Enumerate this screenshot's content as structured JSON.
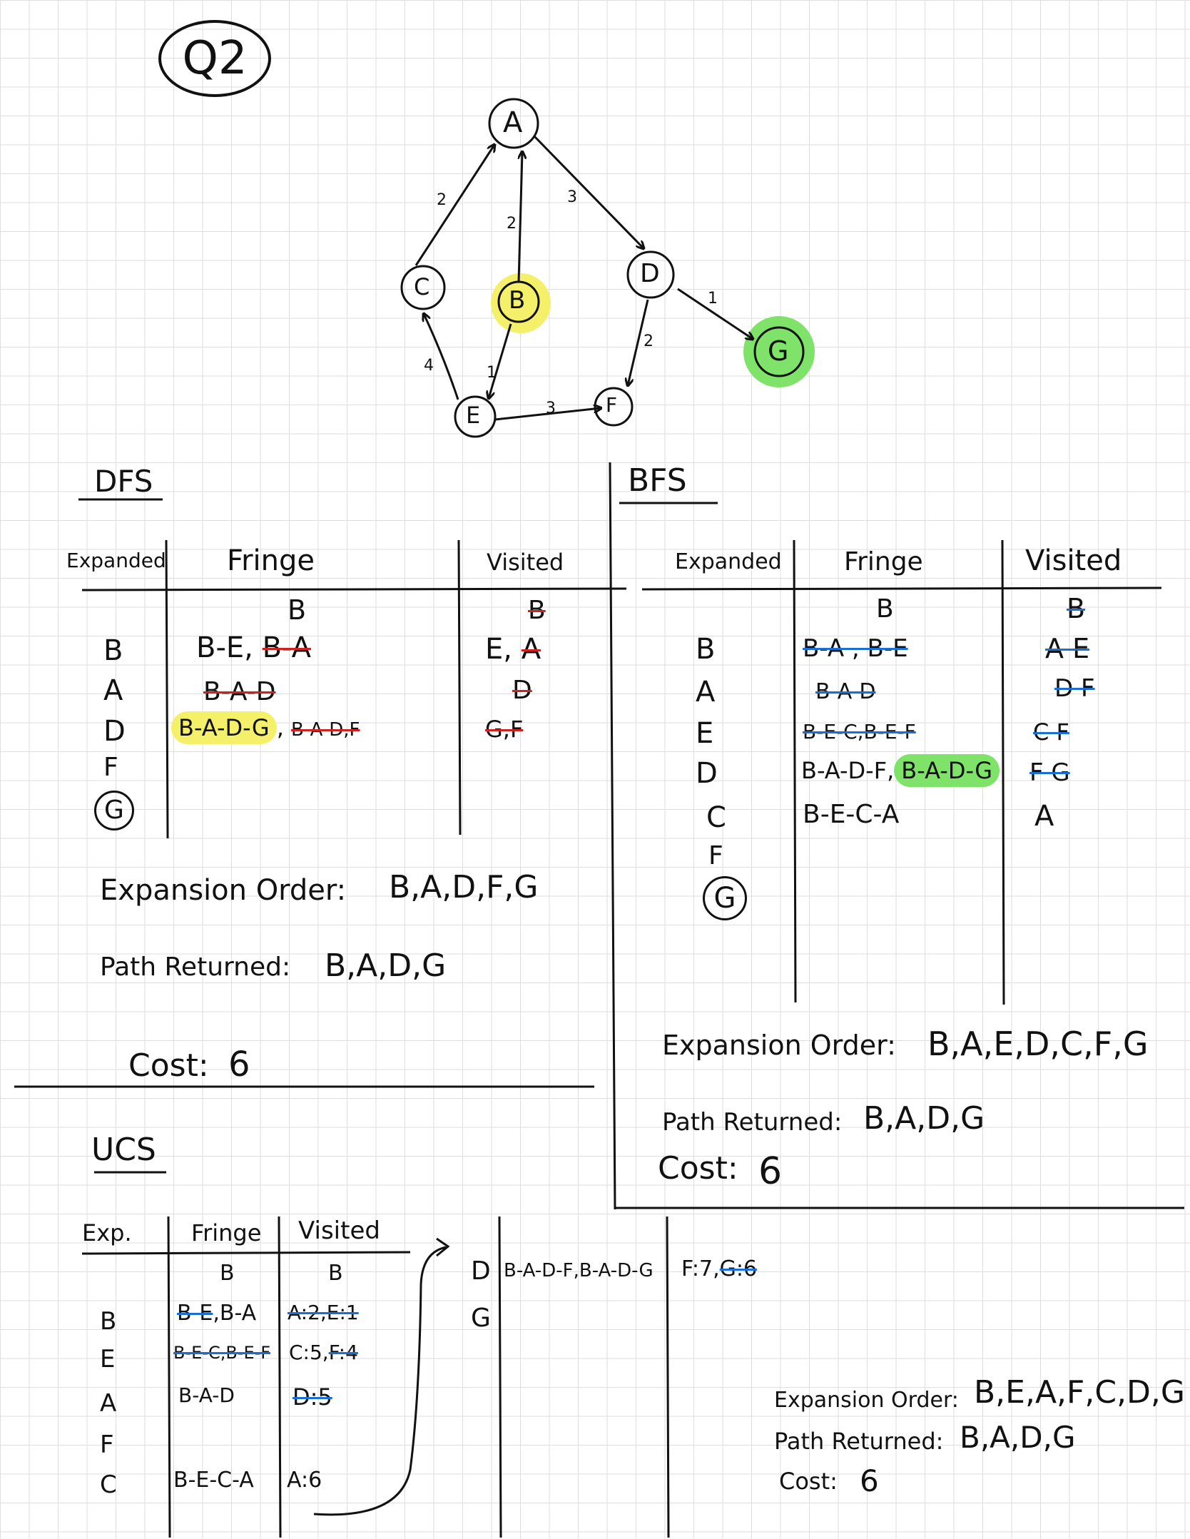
{
  "title": "Q2",
  "graph": {
    "nodes": [
      {
        "id": "A",
        "label": "A"
      },
      {
        "id": "B",
        "label": "B"
      },
      {
        "id": "C",
        "label": "C"
      },
      {
        "id": "D",
        "label": "D"
      },
      {
        "id": "E",
        "label": "E"
      },
      {
        "id": "F",
        "label": "F"
      },
      {
        "id": "G",
        "label": "G"
      }
    ],
    "edges": [
      {
        "from": "C",
        "to": "A",
        "weight": "2"
      },
      {
        "from": "B",
        "to": "A",
        "weight": "2"
      },
      {
        "from": "A",
        "to": "D",
        "weight": "3"
      },
      {
        "from": "D",
        "to": "G",
        "weight": "1"
      },
      {
        "from": "D",
        "to": "F",
        "weight": "2"
      },
      {
        "from": "B",
        "to": "E",
        "weight": "1"
      },
      {
        "from": "E",
        "to": "C",
        "weight": "4"
      },
      {
        "from": "E",
        "to": "F",
        "weight": "3"
      }
    ],
    "start_color": "#f4f06a",
    "goal_color": "#7fe36a"
  },
  "dfs": {
    "title": "DFS",
    "headers": [
      "Expanded",
      "Fringe",
      "Visited"
    ],
    "initial_fringe": "B",
    "initial_visited": "B",
    "expanded": [
      "B",
      "A",
      "D",
      "F",
      "G"
    ],
    "fringe_rows": [
      {
        "kept": "B-E,",
        "struck": "B-A"
      },
      {
        "kept": "",
        "struck": "B-A-D"
      },
      {
        "kept_highlight": "B-A-D-G",
        "kept": ",",
        "struck": "B-A-D,F"
      }
    ],
    "visited_rows": [
      {
        "kept": "E,",
        "struck": "A"
      },
      {
        "kept": "",
        "struck": "D"
      },
      {
        "kept": "",
        "struck": "G,F"
      }
    ],
    "expansion_order_label": "Expansion Order:",
    "expansion_order": "B,A,D,F,G",
    "path_label": "Path Returned:",
    "path": "B,A,D,G",
    "cost_label": "Cost:",
    "cost": "6"
  },
  "bfs": {
    "title": "BFS",
    "headers": [
      "Expanded",
      "Fringe",
      "Visited"
    ],
    "initial_fringe": "B",
    "initial_visited": "B",
    "expanded": [
      "B",
      "A",
      "E",
      "D",
      "C",
      "F",
      "G"
    ],
    "fringe_rows": [
      {
        "struck": "B-A , B-E",
        "kept": ""
      },
      {
        "struck": "B-A-D",
        "kept": ""
      },
      {
        "struck": "B-E-C,B-E-F",
        "kept": ""
      },
      {
        "kept": "B-A-D-F,",
        "kept_highlight": "B-A-D-G"
      },
      {
        "kept": "B-E-C-A"
      }
    ],
    "visited_rows": [
      {
        "struck": "A E"
      },
      {
        "struck": "D F"
      },
      {
        "struck": "C F"
      },
      {
        "struck": "F G"
      },
      {
        "kept": "A"
      }
    ],
    "expansion_order_label": "Expansion Order:",
    "expansion_order": "B,A,E,D,C,F,G",
    "path_label": "Path Returned:",
    "path": "B,A,D,G",
    "cost_label": "Cost:",
    "cost": "6"
  },
  "ucs": {
    "title": "UCS",
    "headers": [
      "Exp.",
      "Fringe",
      "Visited"
    ],
    "initial_fringe": "B",
    "initial_visited": "B",
    "expanded": [
      "B",
      "E",
      "A",
      "F",
      "C"
    ],
    "fringe_rows": [
      {
        "struck": "B-E",
        "kept": ",B-A"
      },
      {
        "struck": "B-E-C,B-E-F",
        "kept": ""
      },
      {
        "kept": "B-A-D"
      },
      {
        "kept": ""
      },
      {
        "kept": "B-E-C-A"
      }
    ],
    "visited_rows": [
      {
        "struck": "A:2,E:1"
      },
      {
        "kept": "C:5,",
        "struck": "F:4"
      },
      {
        "struck": "D:5"
      },
      {
        "kept": ""
      },
      {
        "kept": "A:6"
      }
    ],
    "cont_expanded": [
      "D",
      "G"
    ],
    "cont_fringe": "B-A-D-F,B-A-D-G",
    "cont_visited_kept": "F:7,",
    "cont_visited_struck": "G:6",
    "expansion_order_label": "Expansion Order:",
    "expansion_order": "B,E,A,F,C,D,G",
    "path_label": "Path Returned:",
    "path": "B,A,D,G",
    "cost_label": "Cost:",
    "cost": "6"
  }
}
